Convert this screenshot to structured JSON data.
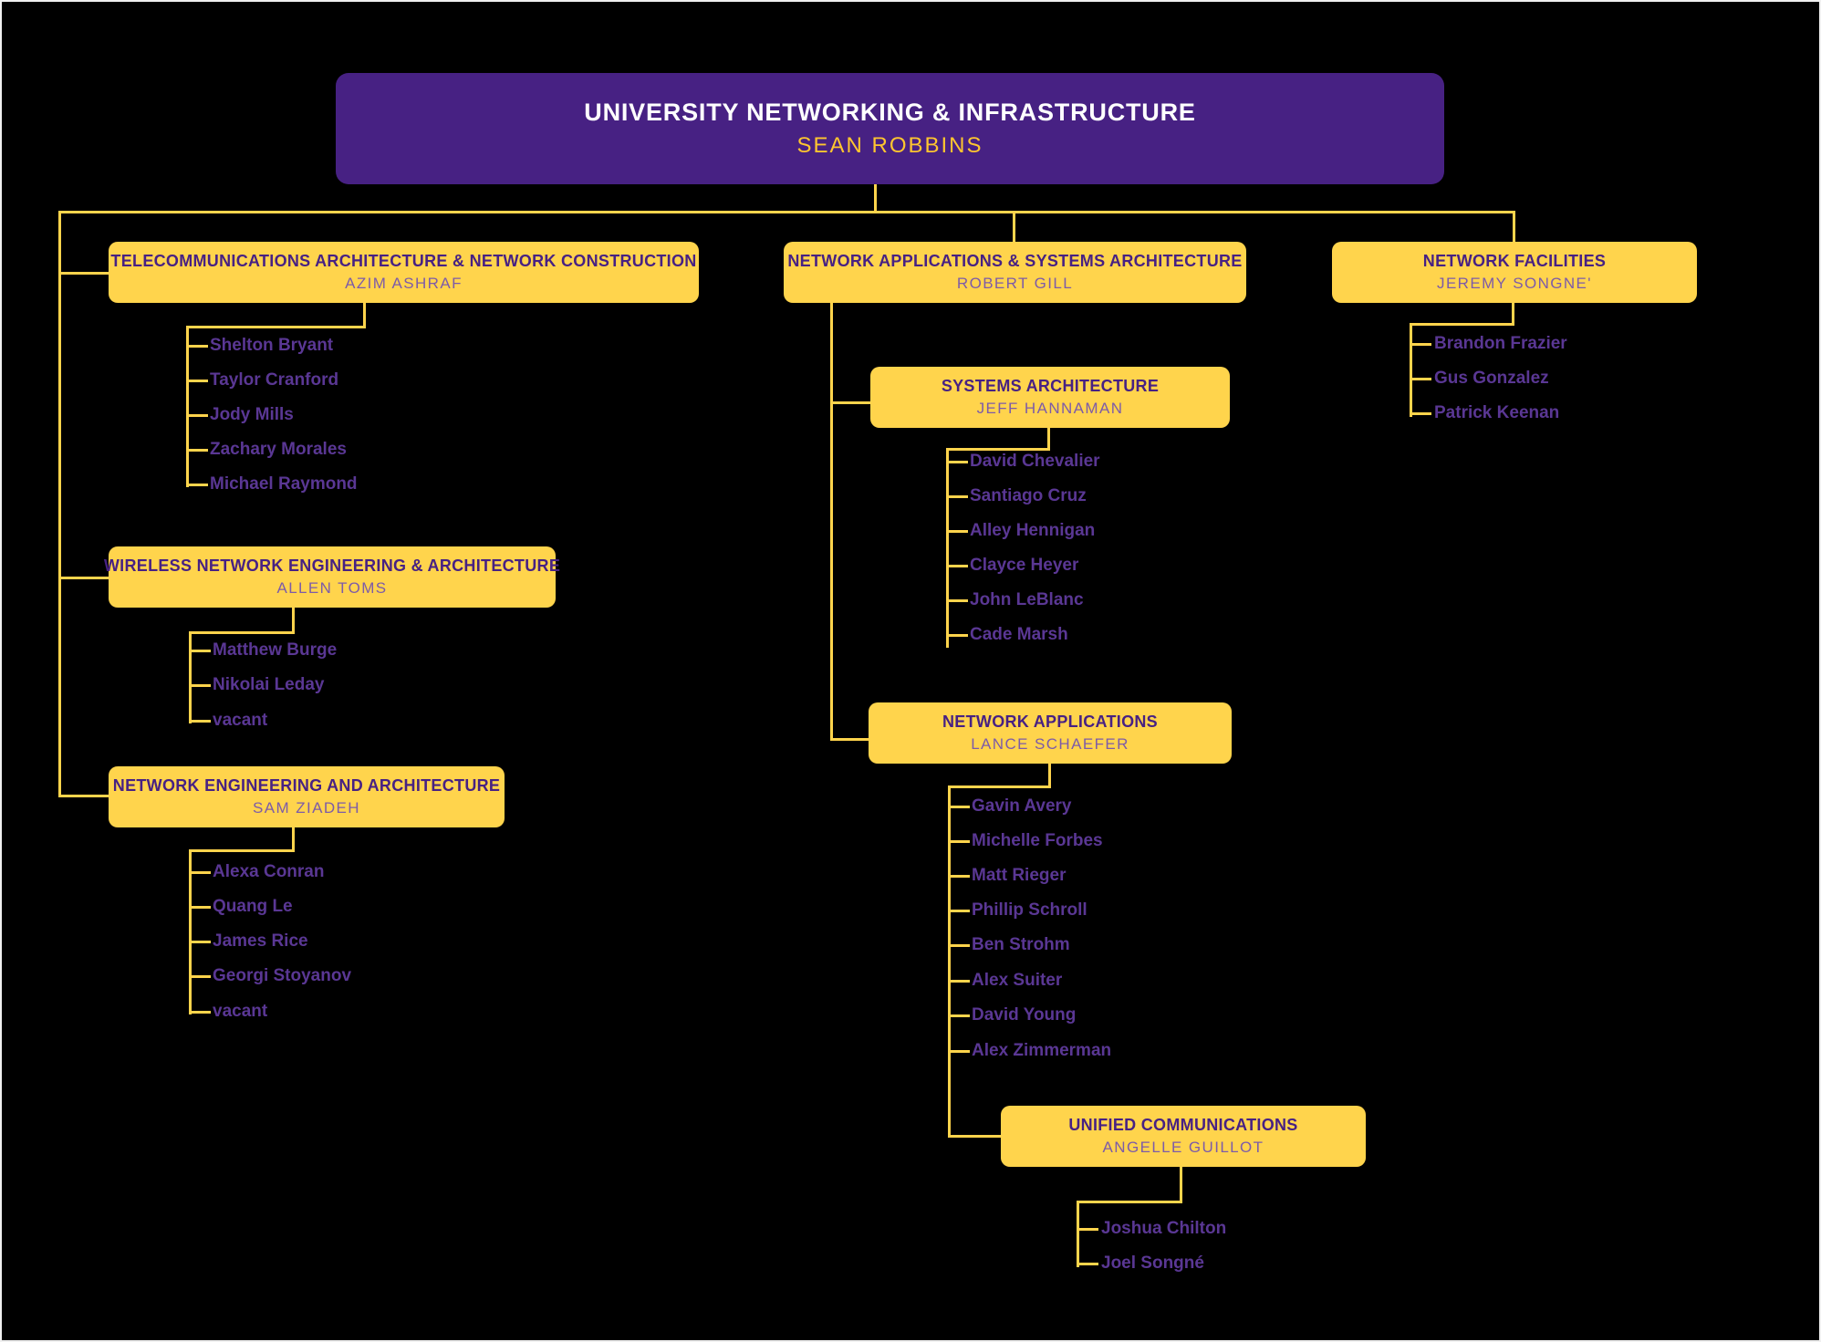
{
  "page": {
    "background_color": "#000000",
    "connector_color": "#FFD44C",
    "brand_purple": "#472183",
    "box_yellow": "#FFD44C",
    "root_title_color": "#FFFFFF",
    "root_name_color": "#FFC62F",
    "employee_text_color": "#5A3794"
  },
  "org": {
    "root": {
      "title": "UNIVERSITY NETWORKING & INFRASTRUCTURE",
      "name": "SEAN ROBBINS"
    },
    "departments": [
      {
        "id": "telecom",
        "title": "TELECOMMUNICATIONS ARCHITECTURE & NETWORK CONSTRUCTION",
        "name": "AZIM ASHRAF",
        "employees": [
          "Shelton Bryant",
          "Taylor Cranford",
          "Jody Mills",
          "Zachary Morales",
          "Michael Raymond"
        ]
      },
      {
        "id": "wireless",
        "title": "WIRELESS NETWORK ENGINEERING & ARCHITECTURE",
        "name": "ALLEN TOMS",
        "employees": [
          "Matthew Burge",
          "Nikolai Leday",
          "vacant"
        ]
      },
      {
        "id": "neteng",
        "title": "NETWORK ENGINEERING AND ARCHITECTURE",
        "name": "SAM ZIADEH",
        "employees": [
          "Alexa Conran",
          "Quang Le",
          "James Rice",
          "Georgi Stoyanov",
          "vacant"
        ]
      },
      {
        "id": "netapps-sysarch",
        "title": "NETWORK APPLICATIONS & SYSTEMS ARCHITECTURE",
        "name": "ROBERT GILL",
        "employees": []
      },
      {
        "id": "sysarch",
        "title": "SYSTEMS ARCHITECTURE",
        "name": "JEFF HANNAMAN",
        "employees": [
          "David Chevalier",
          "Santiago Cruz",
          "Alley Hennigan",
          "Clayce Heyer",
          "John LeBlanc",
          "Cade Marsh"
        ]
      },
      {
        "id": "netapps",
        "title": "NETWORK APPLICATIONS",
        "name": "LANCE SCHAEFER",
        "employees": [
          "Gavin Avery",
          "Michelle Forbes",
          "Matt Rieger",
          "Phillip Schroll",
          "Ben Strohm",
          "Alex Suiter",
          "David Young",
          "Alex Zimmerman"
        ]
      },
      {
        "id": "unified-comms",
        "title": "UNIFIED COMMUNICATIONS",
        "name": "ANGELLE GUILLOT",
        "employees": [
          "Joshua Chilton",
          "Joel Songné"
        ]
      },
      {
        "id": "netfacilities",
        "title": "NETWORK FACILITIES",
        "name": "JEREMY SONGNE'",
        "employees": [
          "Brandon Frazier",
          "Gus Gonzalez",
          "Patrick Keenan"
        ]
      }
    ]
  }
}
